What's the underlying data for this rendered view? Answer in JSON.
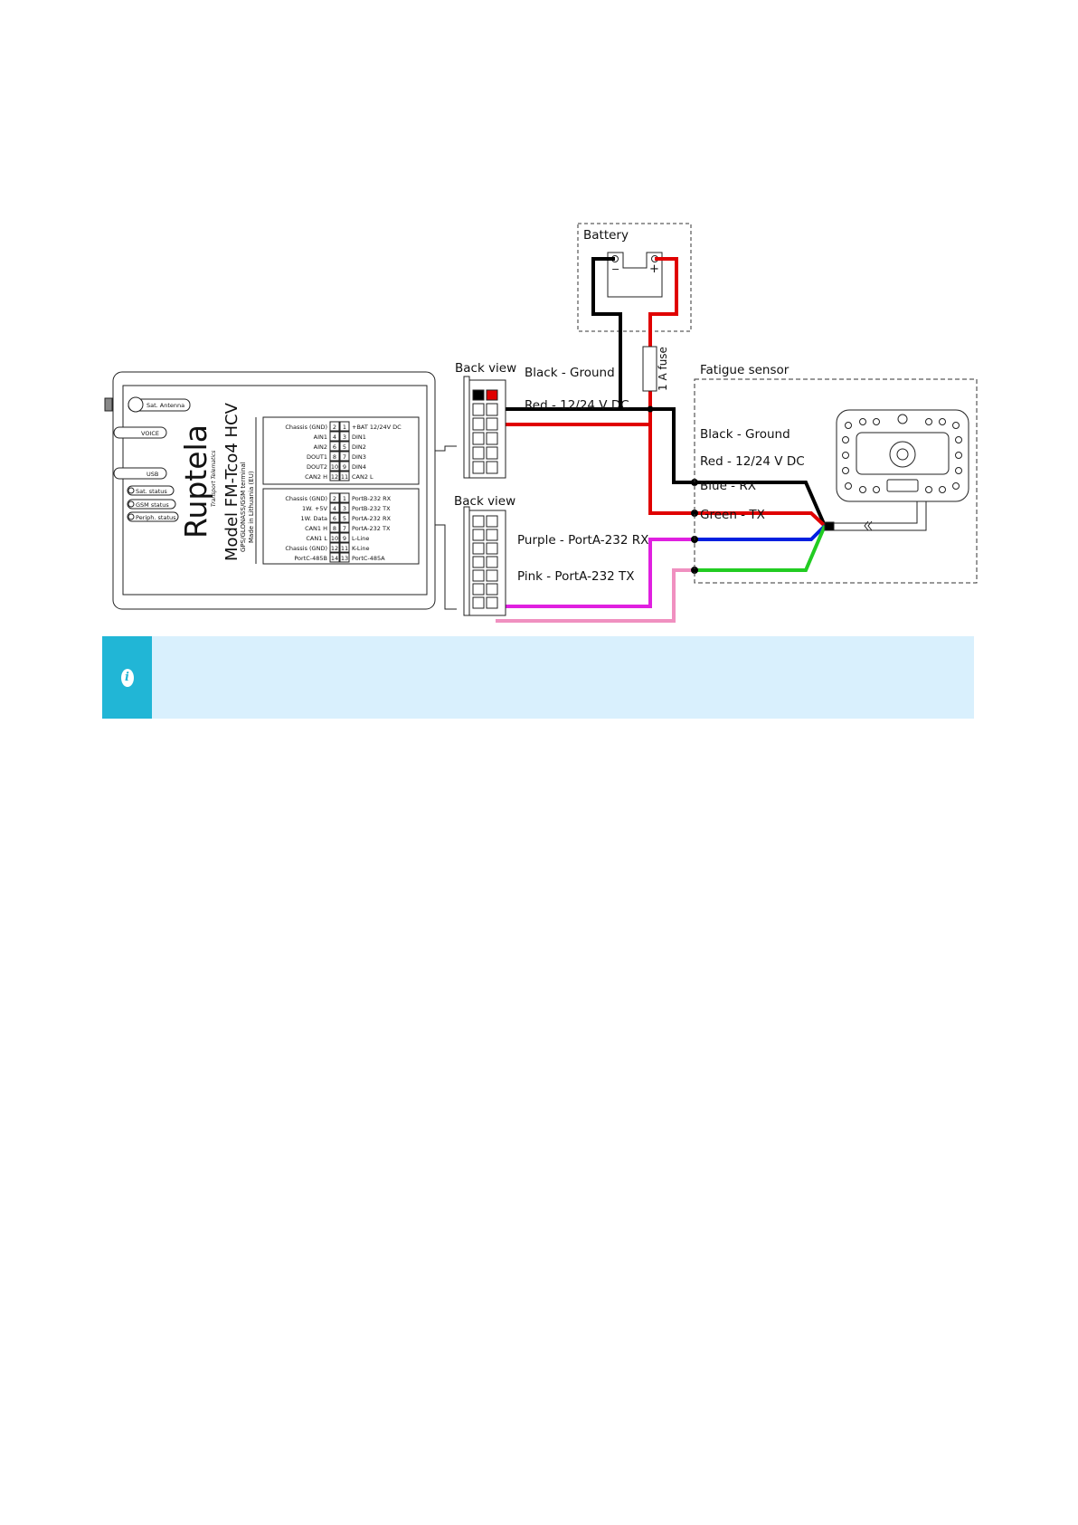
{
  "battery": {
    "title": "Battery",
    "minus": "−",
    "plus": "+",
    "fuse": "1 A fuse"
  },
  "connectors": {
    "top_label": "Back view",
    "bottom_label": "Back view"
  },
  "wires_device": {
    "black": "Black - Ground",
    "red": "Red - 12/24 V DC",
    "purple": "Purple - PortA-232 RX",
    "pink": "Pink - PortA-232 TX"
  },
  "sensor": {
    "title": "Fatigue sensor",
    "wires": [
      "Black - Ground",
      "Red - 12/24 V DC",
      "Blue - RX",
      "Green - TX"
    ]
  },
  "device": {
    "brand": "Ruptela",
    "tagline": "Transport Telematics",
    "model": "Model FM-Tco4 HCV",
    "subtitle": "GPS/GLONASS/GSM terminal",
    "origin": "Made in Lithuania (EU)",
    "ports": [
      "Sat. Antenna",
      "VOICE",
      "USB",
      "Sat. status",
      "GSM status",
      "Periph. status"
    ],
    "table1": [
      [
        "Chassis (GND)",
        "2",
        "1",
        "+BAT 12/24V DC"
      ],
      [
        "AIN1",
        "4",
        "3",
        "DIN1"
      ],
      [
        "AIN2",
        "6",
        "5",
        "DIN2"
      ],
      [
        "DOUT1",
        "8",
        "7",
        "DIN3"
      ],
      [
        "DOUT2",
        "10",
        "9",
        "DIN4"
      ],
      [
        "CAN2 H",
        "12",
        "11",
        "CAN2 L"
      ]
    ],
    "table2": [
      [
        "Chassis (GND)",
        "2",
        "1",
        "PortB-232 RX"
      ],
      [
        "1W. +5V",
        "4",
        "3",
        "PortB-232 TX"
      ],
      [
        "1W. Data",
        "6",
        "5",
        "PortA-232 RX"
      ],
      [
        "CAN1 H",
        "8",
        "7",
        "PortA-232 TX"
      ],
      [
        "CAN1 L",
        "10",
        "9",
        "L-Line"
      ],
      [
        "Chassis (GND)",
        "12",
        "11",
        "K-Line"
      ],
      [
        "PortC-485B",
        "14",
        "13",
        "PortC-485A"
      ]
    ]
  },
  "info": {
    "icon": "info-icon",
    "text": ""
  },
  "colors": {
    "black": "#000000",
    "red": "#e00000",
    "blue": "#0020e0",
    "green": "#22cc22",
    "purple": "#e020e0",
    "pink": "#f090c0",
    "info_bg": "#d9f0fd",
    "info_bar": "#21b6d6"
  }
}
